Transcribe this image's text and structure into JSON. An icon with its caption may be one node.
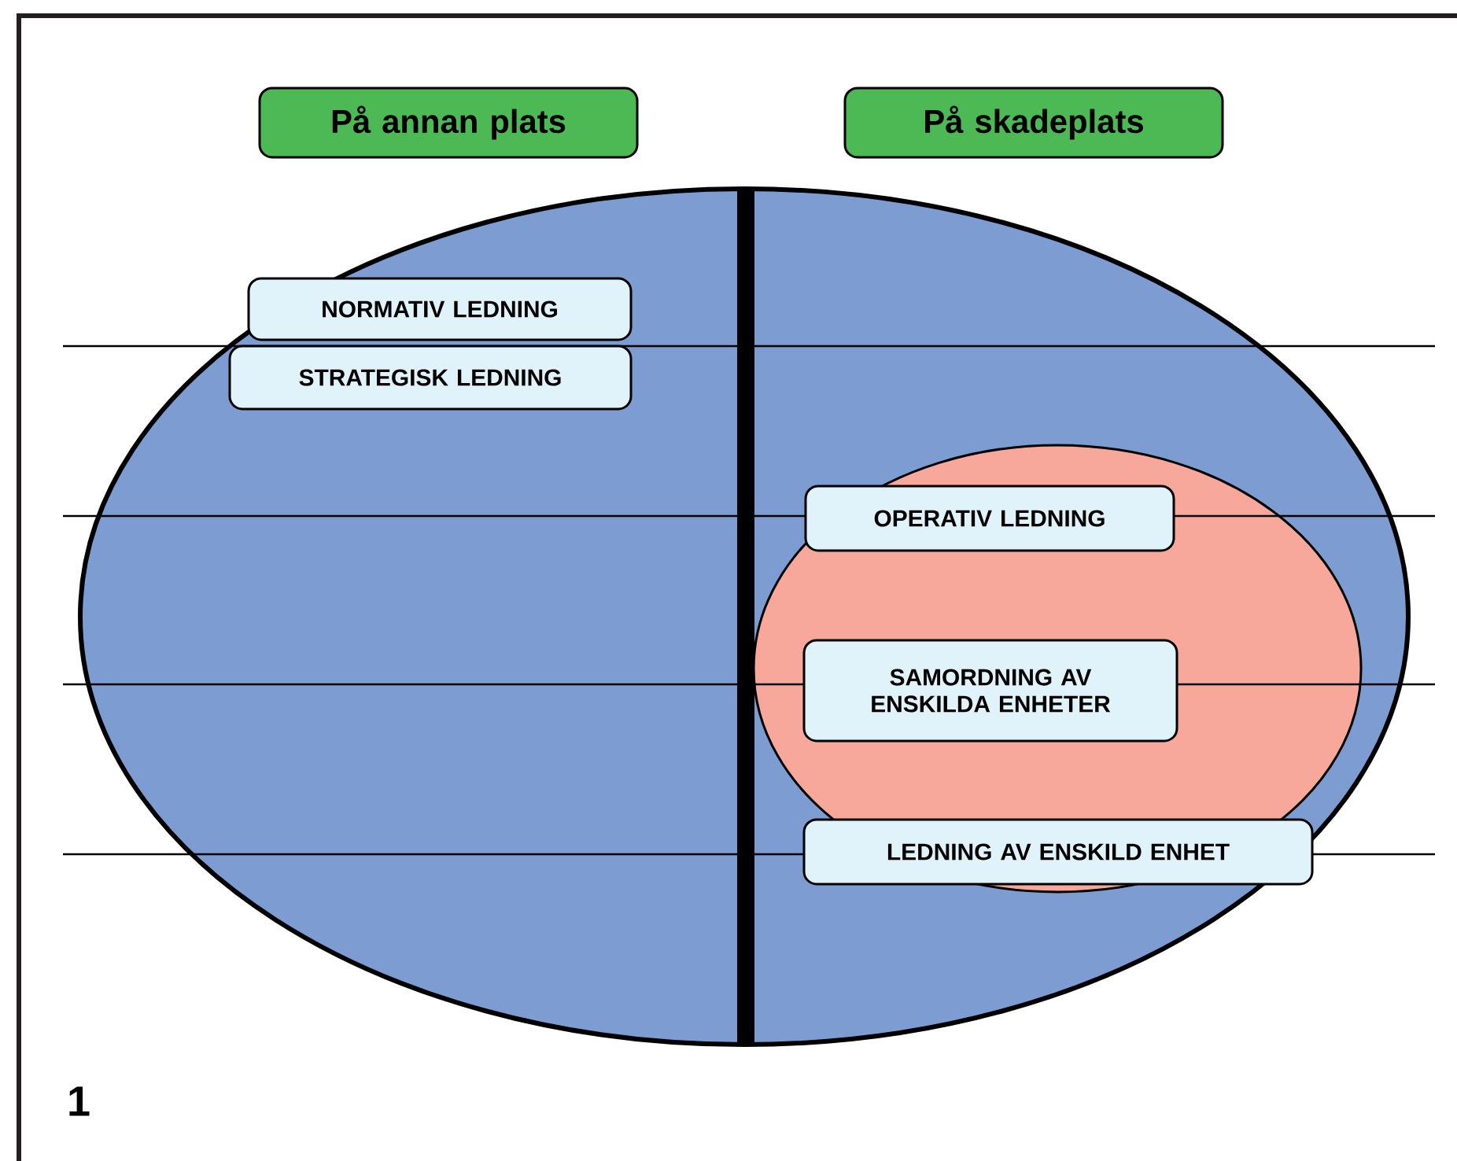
{
  "diagram": {
    "nodes": [
      {
        "text": [
          "På annan plats"
        ]
      },
      {
        "text": [
          "På skadeplats"
        ]
      },
      {
        "text": [
          "NORMATIV LEDNING"
        ]
      },
      {
        "text": [
          "STRATEGISK LEDNING"
        ]
      },
      {
        "text": [
          "OPERATIV LEDNING"
        ]
      },
      {
        "text": [
          "SAMORDNING AV ENSKILDA ENHETER"
        ]
      },
      {
        "text": [
          "LEDNING AV ENSKILD ENHET"
        ]
      }
    ],
    "labels": [
      "1"
    ]
  }
}
